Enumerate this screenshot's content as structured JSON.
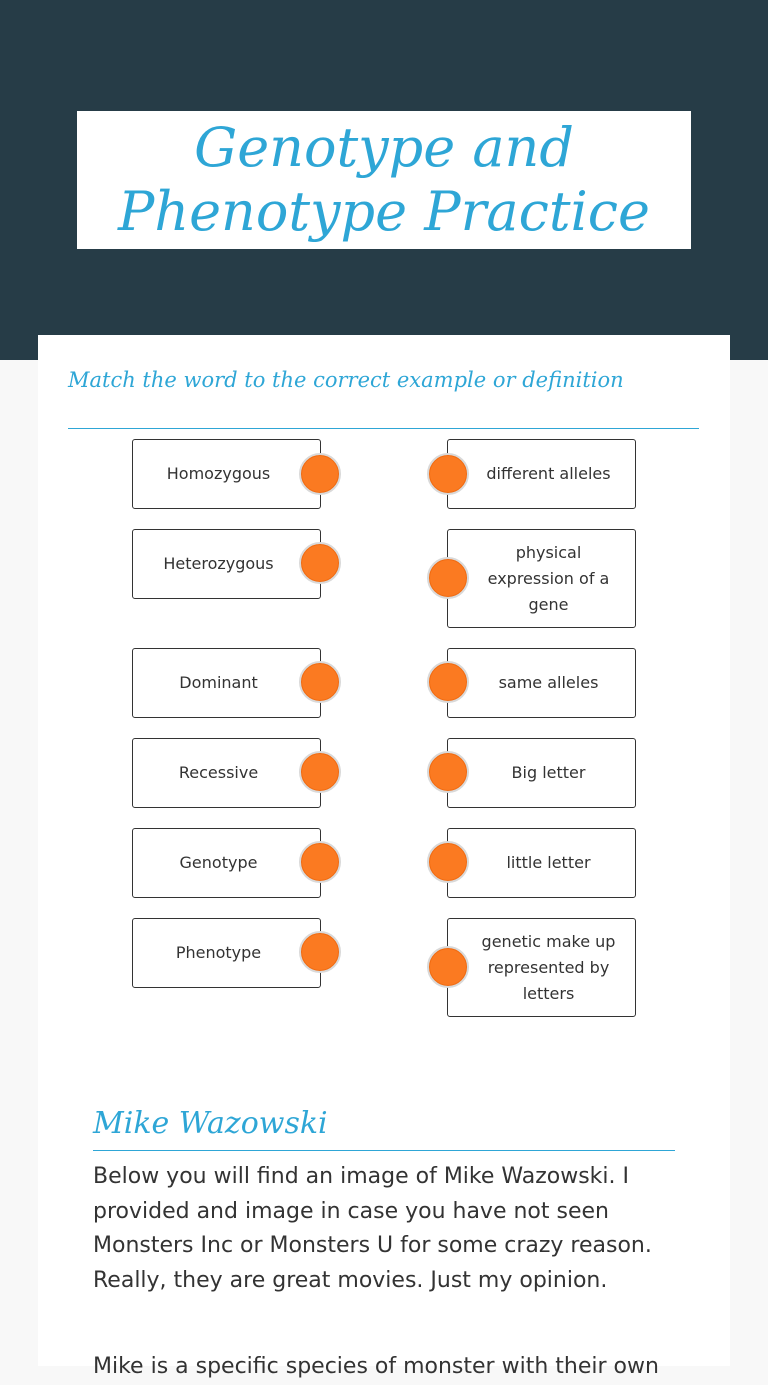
{
  "page": {
    "title": "Genotype and Phenotype Practice"
  },
  "match_section": {
    "heading": "Match the word to the correct example or definition",
    "left_items": [
      "Homozygous",
      "Heterozygous",
      "Dominant",
      "Recessive",
      "Genotype",
      "Phenotype"
    ],
    "right_items": [
      "different alleles",
      "physical expression of a gene",
      "same alleles",
      "Big letter",
      "little letter",
      "genetic make up represented by letters"
    ]
  },
  "mike_section": {
    "heading": "Mike Wazowski",
    "paragraph_1": "Below you will find an image of Mike Wazowski. I provided and image in case you have not seen Monsters Inc or Monsters U for some crazy reason. Really, they are great movies. Just my opinion.",
    "paragraph_2": "Mike is a specific species of monster with their own"
  },
  "colors": {
    "header_bg": "#263c47",
    "accent": "#2ea6d6",
    "dot": "#fb7a21"
  }
}
